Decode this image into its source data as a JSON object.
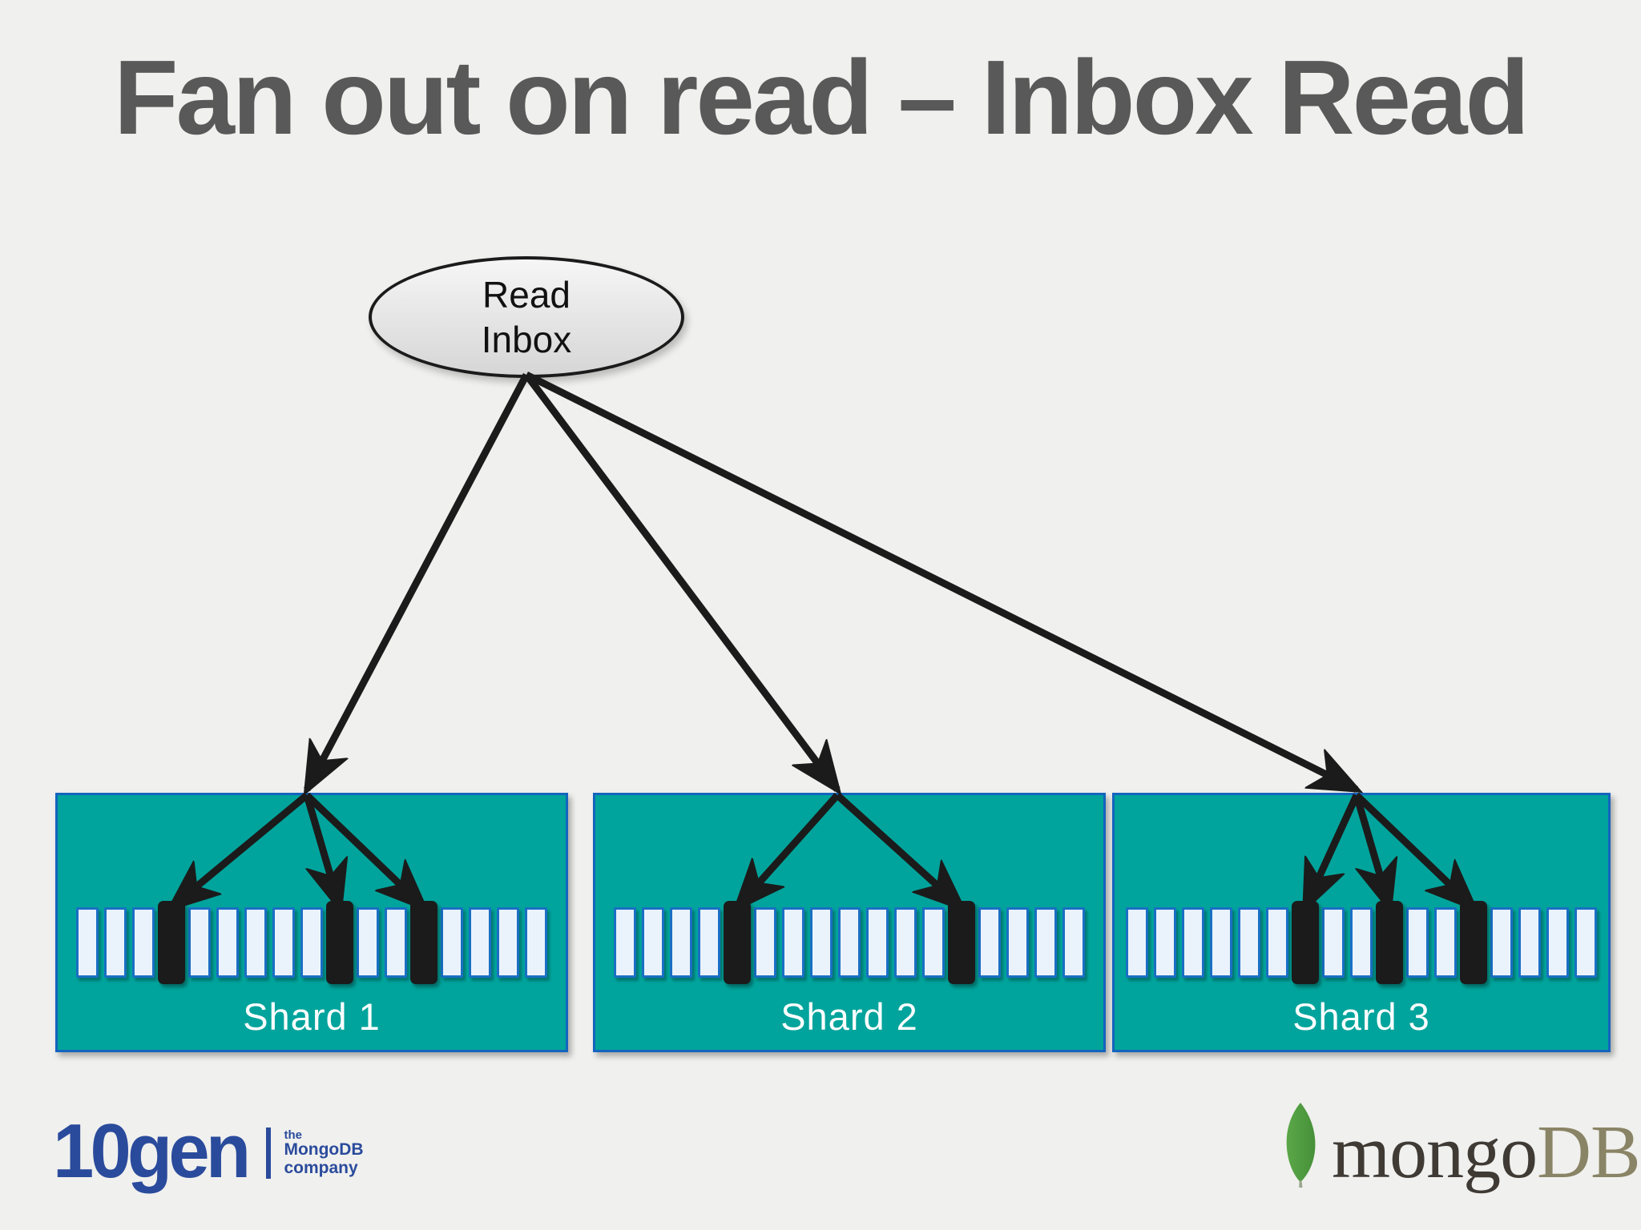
{
  "title": "Fan out on read – Inbox Read",
  "inbox_node": {
    "line1": "Read",
    "line2": "Inbox"
  },
  "shards": [
    {
      "label": "Shard 1",
      "cell_count": 17,
      "highlighted_cells": [
        4,
        10,
        13
      ]
    },
    {
      "label": "Shard 2",
      "cell_count": 17,
      "highlighted_cells": [
        5,
        13
      ]
    },
    {
      "label": "Shard 3",
      "cell_count": 17,
      "highlighted_cells": [
        7,
        10,
        13
      ]
    }
  ],
  "footer": {
    "tengen": {
      "wordmark": "10gen",
      "tagline": [
        "the",
        "MongoDB",
        "company"
      ]
    },
    "mongodb": {
      "prefix": "mongo",
      "suffix": "DB",
      "icon": "leaf-icon"
    }
  },
  "colors": {
    "background": "#f0f0ee",
    "title": "#595959",
    "teal": "#01a49c",
    "boxBorder": "#1464bf",
    "cellFill": "#eaf3fb",
    "cellBorder": "#1a6fc4",
    "ink": "#1b1b1b",
    "shardLabel": "#ffffff",
    "tengenBlue": "#2a4b9c",
    "leafGreen": "#5aa747",
    "leafGreenDark": "#47903a",
    "mongoDark": "#3f3a34",
    "mongoOlive": "#8a8466"
  }
}
